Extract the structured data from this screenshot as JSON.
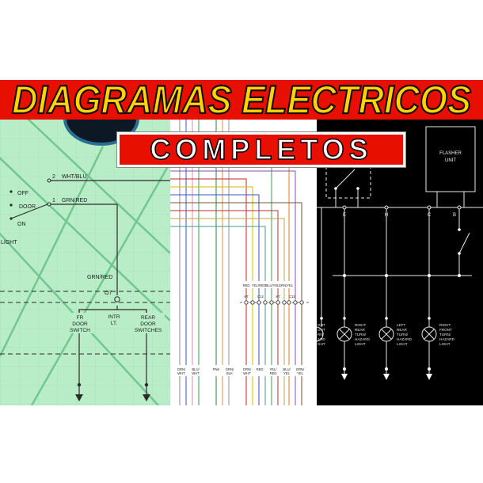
{
  "banner": {
    "title": "DIAGRAMAS ELECTRICOS",
    "subtitle": "COMPLETOS"
  },
  "colors": {
    "banner-red": "#e60f00",
    "title-yellow": "#ffd400",
    "green-bg": "#b9edc8",
    "panel-black": "#000000"
  },
  "green_panel": {
    "pin2": "2",
    "wire2": "WHT/BLU",
    "pin1": "1",
    "wire1": "GRN/RED",
    "sw": [
      "OFF",
      "DOOR",
      "ON"
    ],
    "light": "LIGHT",
    "grn_red": "GRN/RED",
    "conn": "O7",
    "intr_lt": [
      "INTR",
      "LT."
    ],
    "fr_door": [
      "FR",
      "DOOR",
      "SWITCH"
    ],
    "rear_door": [
      "REAR",
      "DOOR",
      "SWITCHES"
    ]
  },
  "white_panel": {
    "mid_labels": [
      "RED",
      "YEL/RED",
      "BLU/YEL",
      "GRN/YEL"
    ],
    "conn_labels": [
      "K7",
      "C12",
      "K7",
      "C12"
    ],
    "bottom_labels": [
      [
        "GRN/",
        "WHT"
      ],
      [
        "BLU/",
        "WHT"
      ],
      [
        "PNK"
      ],
      [
        "GRN/",
        "BLK"
      ],
      [
        "GRN/",
        "WHT"
      ],
      [
        "RED"
      ],
      [
        "YEL/",
        "RED"
      ],
      [
        "BLU/",
        "YEL"
      ],
      [
        "GRN/",
        "YEL"
      ]
    ]
  },
  "black_panel": {
    "flasher": [
      "FLASHER",
      "UNIT"
    ],
    "terminals": [
      "E",
      "H",
      "C",
      "B"
    ],
    "cut_label": [
      "GHT",
      "ONT",
      "RN/",
      "ARD",
      "GHT"
    ],
    "lamp1": [
      "RIGHT",
      "REAR",
      "TURN/",
      "HAZARD",
      "LIGHT"
    ],
    "lamp2": [
      "LEFT",
      "REAR",
      "TURN/",
      "HAZARD",
      "LIGHT"
    ],
    "lamp3": [
      "RIGHT",
      "FRONT",
      "TURN/",
      "HAZARD",
      "LIGHT"
    ]
  }
}
